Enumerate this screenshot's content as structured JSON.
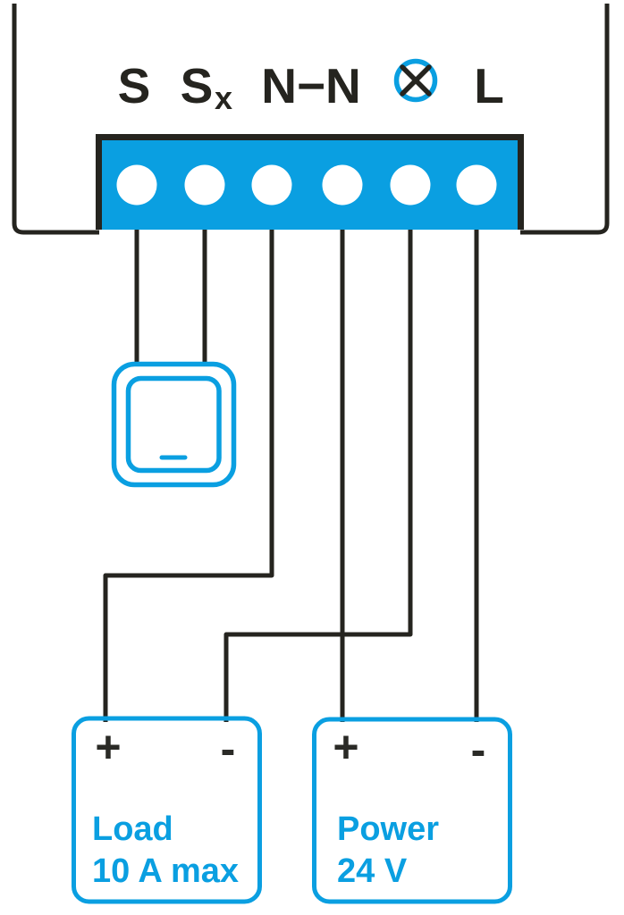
{
  "diagram_type": "device-wiring-diagram",
  "colors": {
    "accent_blue": "#0a9fe1",
    "stroke_dark": "#25241f",
    "background": "#ffffff"
  },
  "terminal_block": {
    "terminal_count": 6,
    "labels": {
      "s": "S",
      "sx_base": "S",
      "sx_sub": "x",
      "n_n": "N−N",
      "l": "L"
    },
    "lamp_icon": "crossed-circle-lamp-icon"
  },
  "switch_symbol": "wall-switch",
  "load_box": {
    "plus": "+",
    "minus": "-",
    "line1": "Load",
    "line2": "10 A max"
  },
  "power_box": {
    "plus": "+",
    "minus": "-",
    "line1": "Power",
    "line2": "24 V"
  }
}
